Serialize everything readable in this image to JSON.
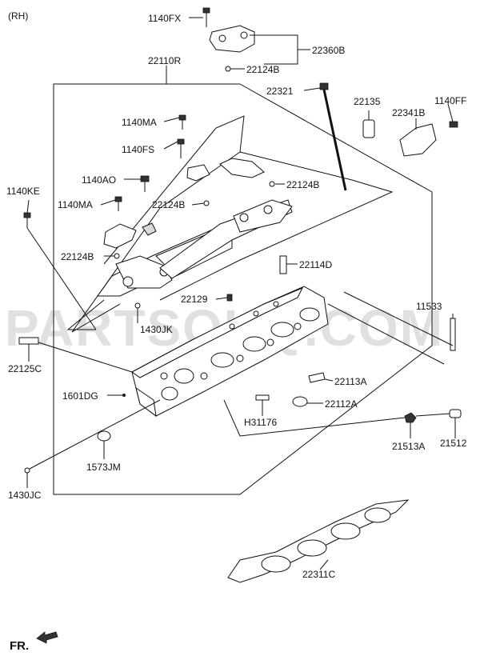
{
  "diagram": {
    "variant_label": "(RH)",
    "watermark": "PARTSOUQ.COM",
    "front_label": "FR.",
    "parts": {
      "p1140FX": "1140FX",
      "p22360B": "22360B",
      "p22124B_top": "22124B",
      "p22110R": "22110R",
      "p22321": "22321",
      "p22135": "22135",
      "p22341B": "22341B",
      "p1140FF": "1140FF",
      "p1140MA_a": "1140MA",
      "p1140FS": "1140FS",
      "p1140AO": "1140AO",
      "p22124B_mid": "22124B",
      "p1140KE": "1140KE",
      "p1140MA_b": "1140MA",
      "p22124B_left": "22124B",
      "p22124B_low": "22124B",
      "p22114D": "22114D",
      "p22129": "22129",
      "p1430JK": "1430JK",
      "p11533": "11533",
      "p22125C": "22125C",
      "p22113A": "22113A",
      "p1601DG": "1601DG",
      "p22112A": "22112A",
      "pH31176": "H31176",
      "p21513A": "21513A",
      "p21512": "21512",
      "p1573JM": "1573JM",
      "p1430JC": "1430JC",
      "p22311C": "22311C"
    }
  }
}
